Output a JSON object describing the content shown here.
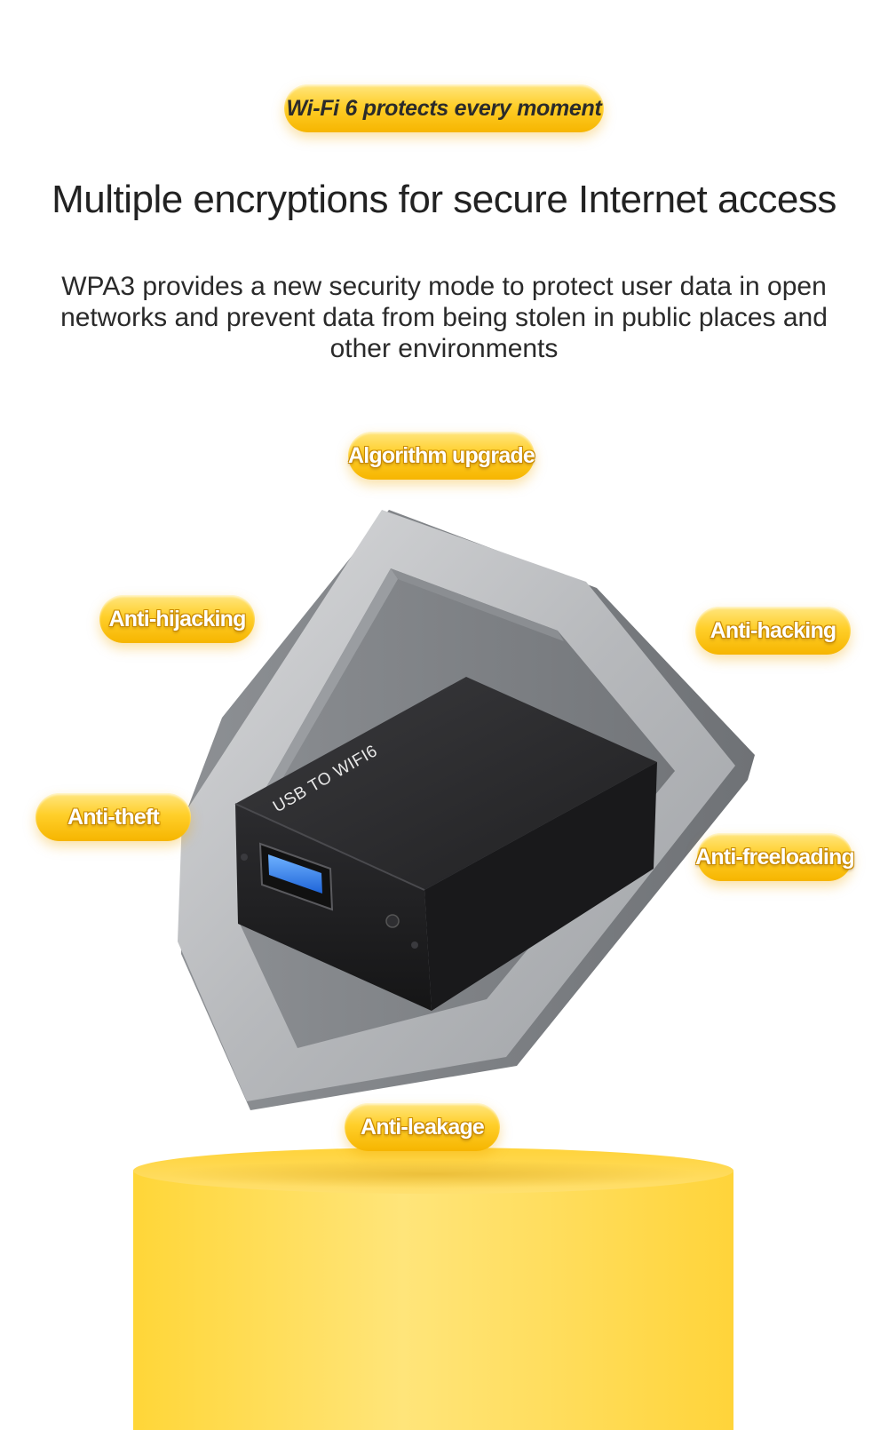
{
  "header": {
    "tagline": "Wi-Fi 6 protects every moment",
    "title": "Multiple encryptions for secure Internet access",
    "description": "WPA3 provides a new security mode to protect user data in open networks and prevent data from being stolen in public places and other environments"
  },
  "features": [
    {
      "label": "Algorithm upgrade"
    },
    {
      "label": "Anti-hijacking"
    },
    {
      "label": "Anti-hacking"
    },
    {
      "label": "Anti-theft"
    },
    {
      "label": "Anti-freeloading"
    },
    {
      "label": "Anti-leakage"
    }
  ],
  "device": {
    "label": "USB TO WIFI6"
  },
  "colors": {
    "accent": "#ffcf2a",
    "pedestal": "#ffd84d",
    "shield": "#b5b8bb",
    "device": "#1c1c1e"
  }
}
